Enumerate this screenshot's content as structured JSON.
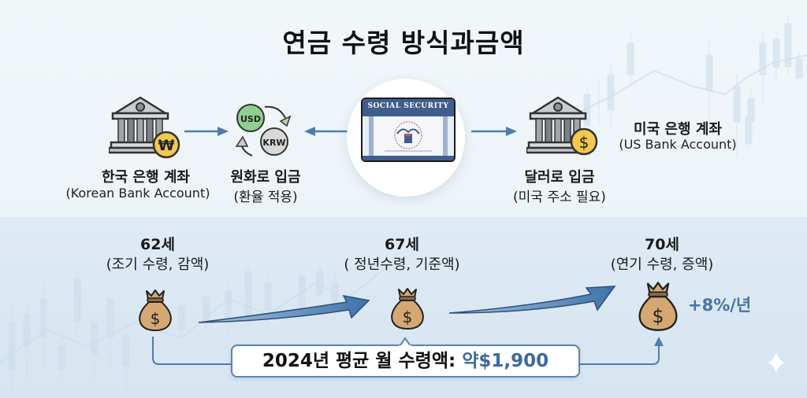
{
  "title": "연금 수령 방식과금액",
  "top_flow": {
    "korean_bank": {
      "icon": "bank-won-icon",
      "label_ko": "한국 은행 계좌",
      "label_en": "(Korean Bank Account)",
      "coin_symbol": "₩"
    },
    "currency_exchange": {
      "icon": "currency-exchange-icon",
      "from": "USD",
      "to": "KRW",
      "label_ko": "원화로 입금",
      "label_sub": "(환율 적용)"
    },
    "social_security_card": {
      "icon": "social-security-card-icon",
      "card_title": "SOCIAL SECURITY"
    },
    "us_bank": {
      "icon": "bank-dollar-icon",
      "coin_symbol": "$",
      "deposit_label": "달러로 입금",
      "deposit_sub": "(미국 주소 필요)",
      "label_ko": "미국 은행 계좌",
      "label_en": "(US Bank Account)"
    }
  },
  "timeline": {
    "stages": [
      {
        "age": "62세",
        "desc": "(조기 수령, 감액)",
        "icon": "money-bag-icon"
      },
      {
        "age": "67세",
        "desc": "( 정년수령, 기준액)",
        "icon": "money-bag-icon"
      },
      {
        "age": "70세",
        "desc": "(연기 수령, 증액)",
        "icon": "money-bag-icon"
      }
    ],
    "increase_rate": "+8%/년"
  },
  "callout": {
    "prefix": "2024년 평균 월 수령액: ",
    "value": "약$1,900"
  },
  "colors": {
    "accent_blue": "#3d6a9e",
    "arrow_blue": "#4d7db0",
    "coin_yellow": "#f2c94c",
    "bag_tan": "#d5a872",
    "usd_green": "#8fcf8f",
    "krw_gray": "#d8d8d8"
  }
}
